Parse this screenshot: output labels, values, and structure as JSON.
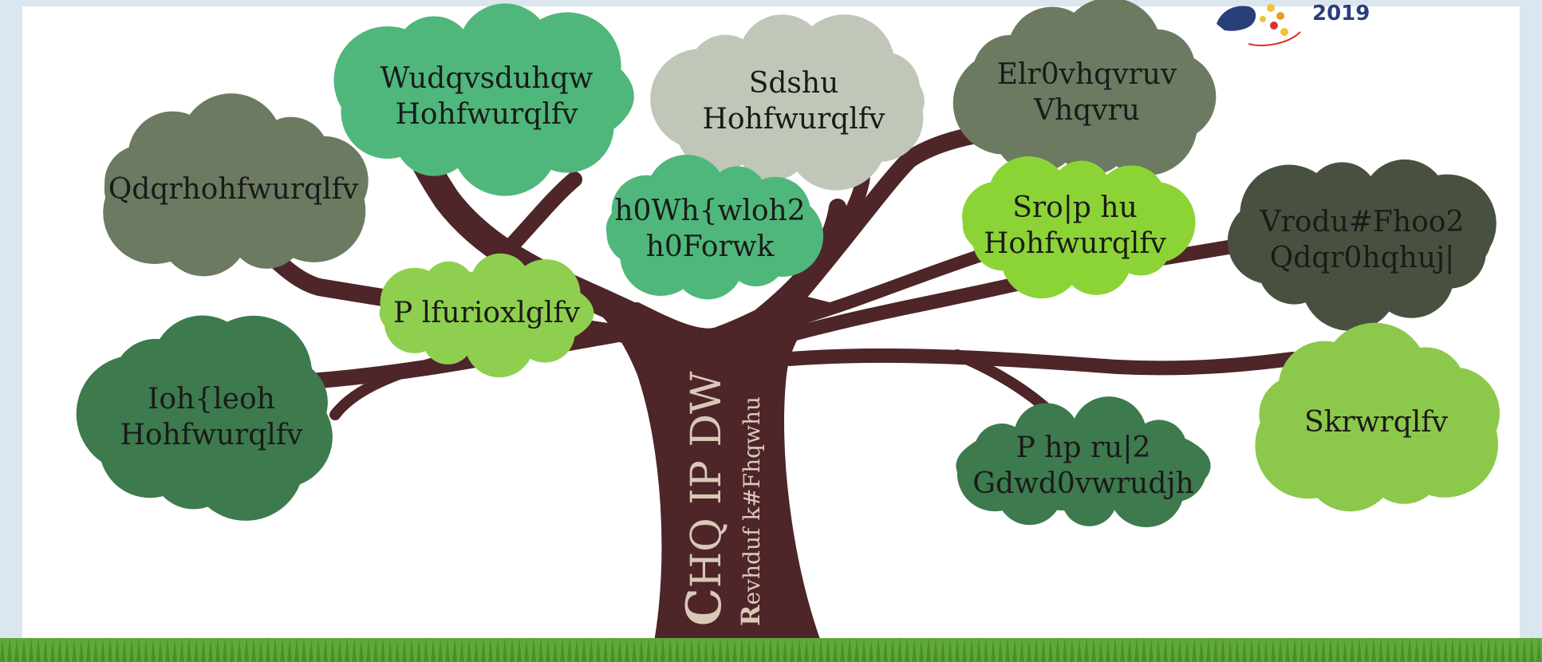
{
  "logo": {
    "year": "2019"
  },
  "trunk": {
    "title_initial": "C",
    "title_rest": "HQ IP DW",
    "subtitle_initial": "R",
    "subtitle_rest": "evhduf k#Fhqwhu"
  },
  "clouds": [
    {
      "id": "transparent-electronics",
      "lines": [
        "Wudqvsduhqw",
        "Hohfwurqlfv"
      ],
      "color": "#4fb77b",
      "text_color": "#1a1a1a"
    },
    {
      "id": "paper-electronics",
      "lines": [
        "Sdshu",
        "Hohfwurqlfv"
      ],
      "color": "#c0c7b8",
      "text_color": "#1a1a1a"
    },
    {
      "id": "bio-sensors",
      "lines": [
        "Elr0vhqvruv",
        "Vhqvru"
      ],
      "color": "#6b7a60",
      "text_color": "#1a1a1a"
    },
    {
      "id": "nanoelectronics",
      "lines": [
        "Qdqrhohfwurqlfv"
      ],
      "color": "#6b7a60",
      "text_color": "#1a1a1a"
    },
    {
      "id": "e-textile",
      "lines": [
        "h0Wh{wloh2",
        "h0Forwk"
      ],
      "color": "#4fb77b",
      "text_color": "#1a1a1a"
    },
    {
      "id": "polymer-electronics",
      "lines": [
        "Sro|p hu",
        "Hohfwurqlfv"
      ],
      "color": "#8cd436",
      "text_color": "#1a1a1a"
    },
    {
      "id": "solar-energy",
      "lines": [
        "Vrodu#Fhoo2",
        "Qdqr0hqhuj|"
      ],
      "color": "#48513f",
      "text_color": "#1a1a1a"
    },
    {
      "id": "microfluidics",
      "lines": [
        "P lfurioxlglfv"
      ],
      "color": "#8fcf4f",
      "text_color": "#1a1a1a"
    },
    {
      "id": "flexible-electronics",
      "lines": [
        "Ioh{leoh",
        "Hohfwurqlfv"
      ],
      "color": "#3d7a4e",
      "text_color": "#1a1a1a"
    },
    {
      "id": "memory-storage",
      "lines": [
        "P hp ru|2",
        "Gdwd0vwrudjh"
      ],
      "color": "#3d7a4e",
      "text_color": "#1a1a1a"
    },
    {
      "id": "photonics",
      "lines": [
        "Skrwrqlfv"
      ],
      "color": "#8cc84b",
      "text_color": "#1a1a1a"
    }
  ],
  "colors": {
    "trunk": "#4e2528",
    "grass": "#5fa83a",
    "frame": "#dce6ee"
  }
}
